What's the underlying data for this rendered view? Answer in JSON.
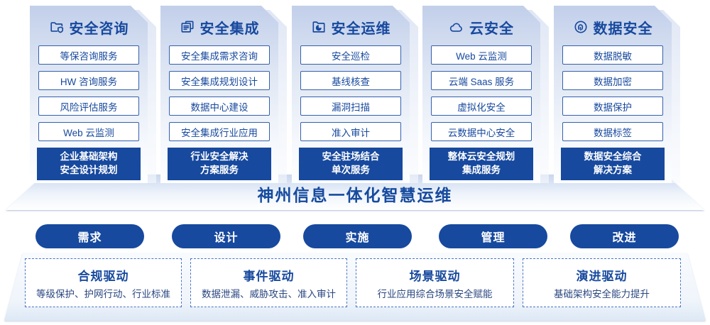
{
  "colors": {
    "primary": "#17499e",
    "item_border": "#3560ae",
    "panel_top": "#c2cfea",
    "dashed_border": "#4a74c4"
  },
  "columns": [
    {
      "title": "安全咨询",
      "icon": "folder-shield-icon",
      "items": [
        "等保咨询服务",
        "HW 咨询服务",
        "风险评估服务",
        "Web 云监测"
      ],
      "footer_line1": "企业基础架构",
      "footer_line2": "安全设计规划"
    },
    {
      "title": "安全集成",
      "icon": "documents-icon",
      "items": [
        "安全集成需求咨询",
        "安全集成规划设计",
        "数据中心建设",
        "安全集成行业应用"
      ],
      "footer_line1": "行业安全解决",
      "footer_line2": "方案服务"
    },
    {
      "title": "安全运维",
      "icon": "folder-pie-icon",
      "items": [
        "安全巡检",
        "基线核查",
        "漏洞扫描",
        "准入审计"
      ],
      "footer_line1": "安全驻场结合",
      "footer_line2": "单次服务"
    },
    {
      "title": "云安全",
      "icon": "cloud-icon",
      "items": [
        "Web 云监测",
        "云端 Saas 服务",
        "虚拟化安全",
        "云数据中心安全"
      ],
      "footer_line1": "整体云安全规划",
      "footer_line2": "集成服务"
    },
    {
      "title": "数据安全",
      "icon": "fingerprint-icon",
      "items": [
        "数据脱敏",
        "数据加密",
        "数据保护",
        "数据标签"
      ],
      "footer_line1": "数据安全综合",
      "footer_line2": "解决方案"
    }
  ],
  "banner": {
    "title": "神州信息一体化智慧运维"
  },
  "stages": [
    "需求",
    "设计",
    "实施",
    "管理",
    "改进"
  ],
  "drivers": [
    {
      "title": "合规驱动",
      "desc": "等级保护、护网行动、行业标准"
    },
    {
      "title": "事件驱动",
      "desc": "数据泄漏、威胁攻击、准入审计"
    },
    {
      "title": "场景驱动",
      "desc": "行业应用综合场景安全赋能"
    },
    {
      "title": "演进驱动",
      "desc": "基础架构安全能力提升"
    }
  ]
}
